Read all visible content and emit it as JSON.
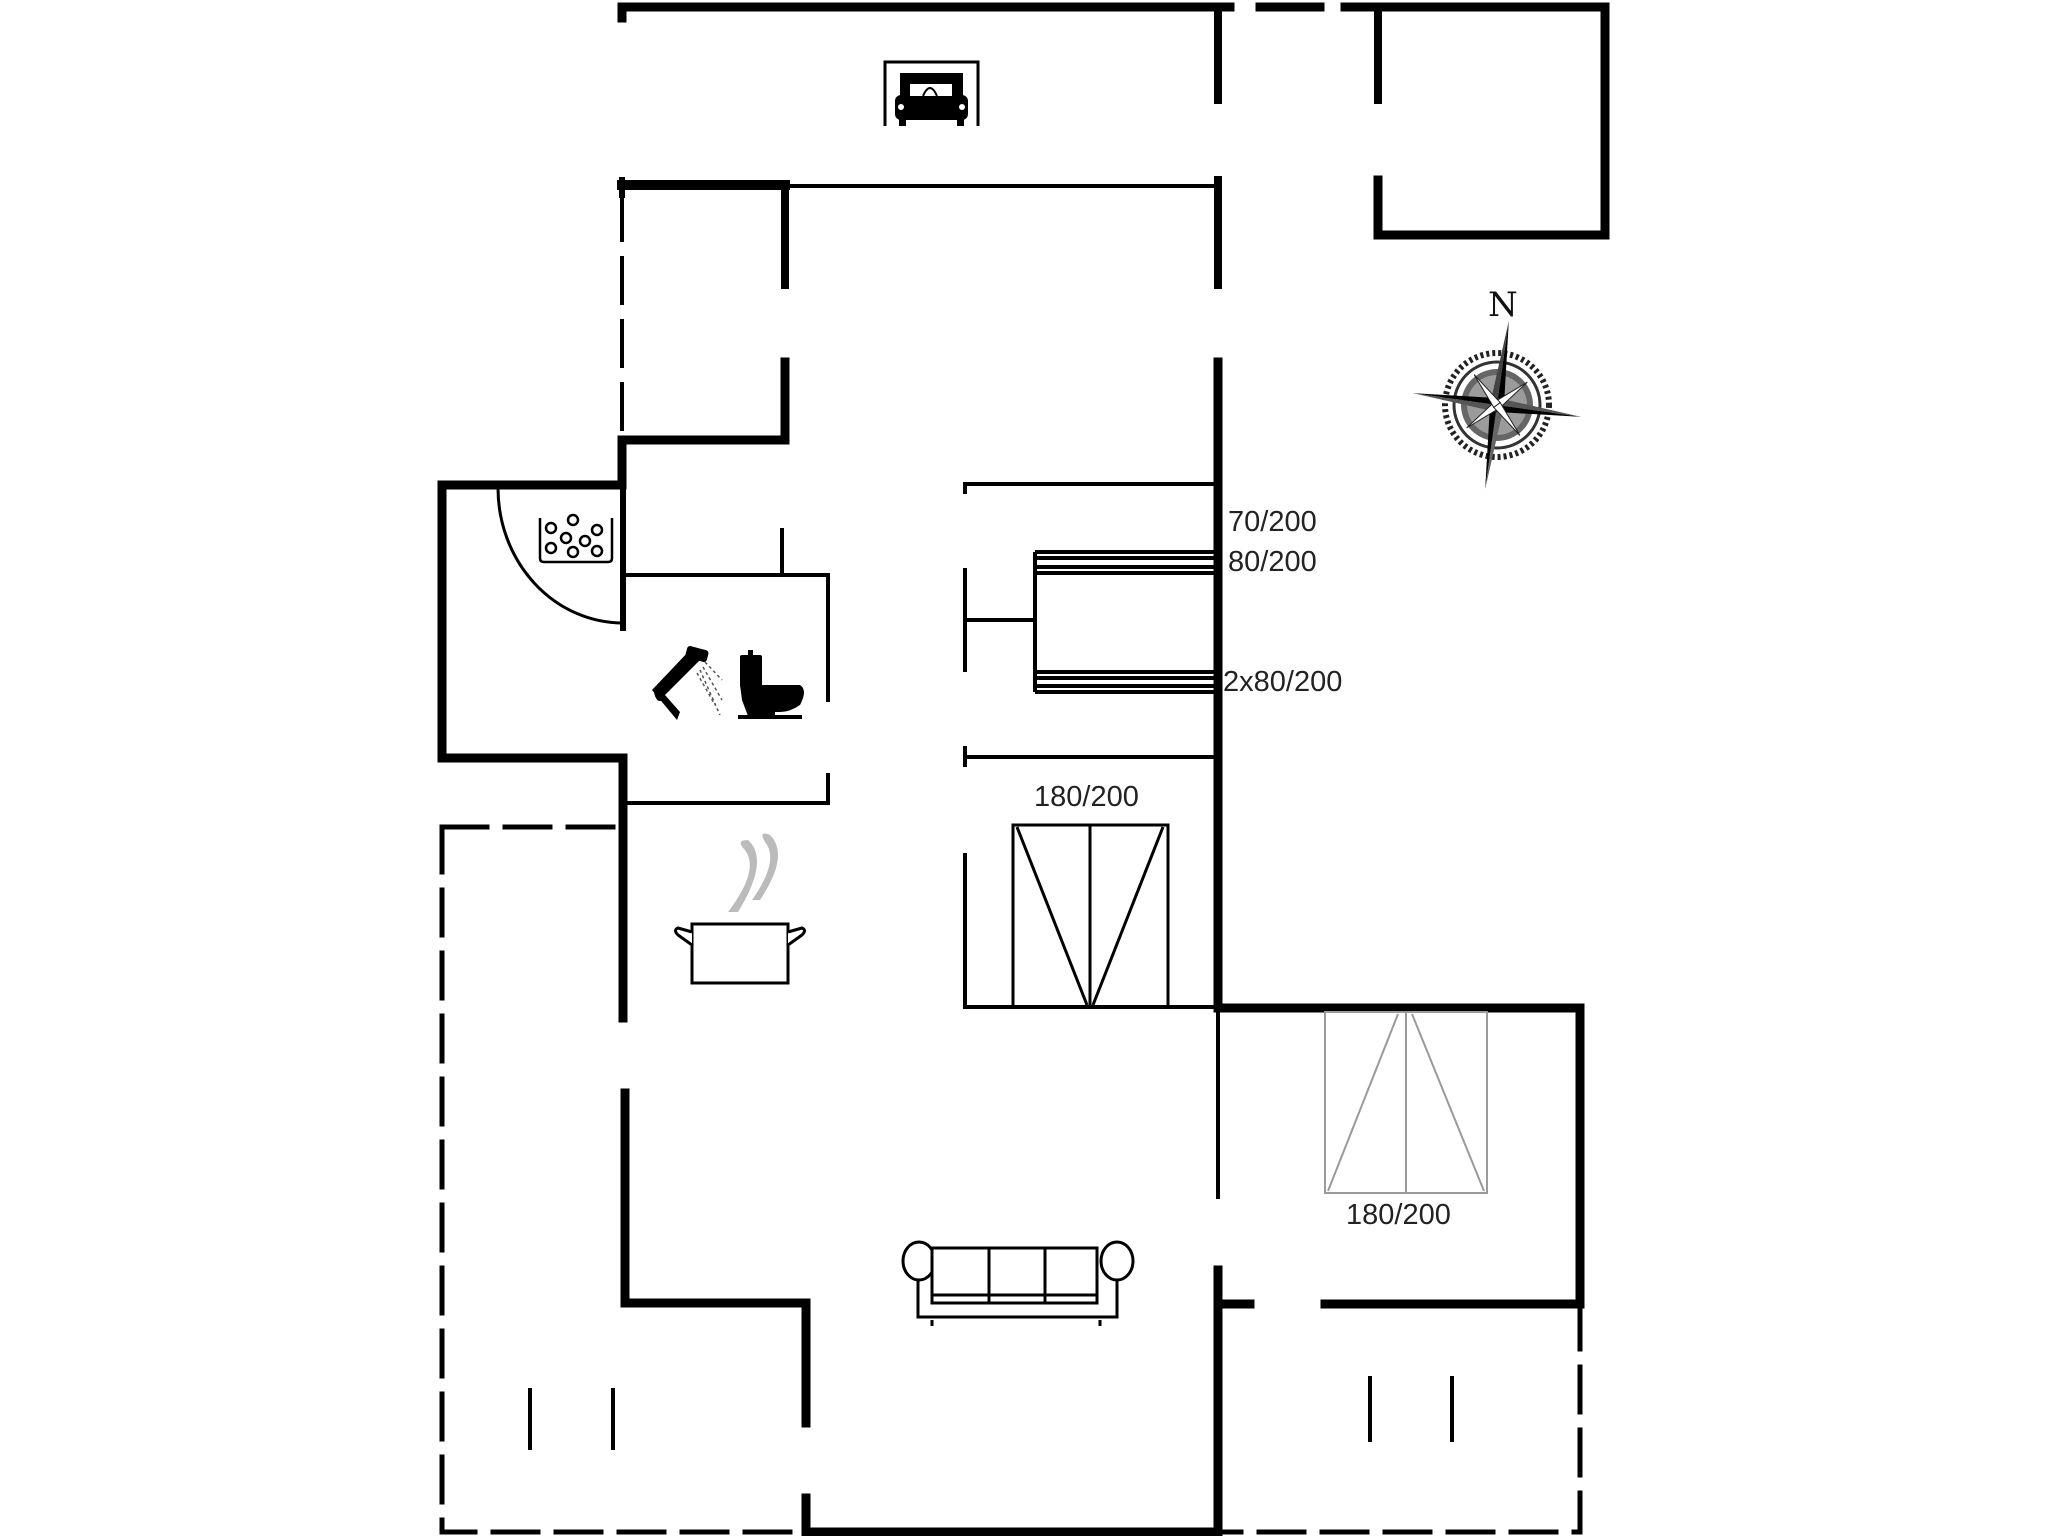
{
  "plan": {
    "background": "#ffffff",
    "wall_color": "#000000",
    "light_line_color": "#9a9a9a",
    "steam_color": "#b8b8b8"
  },
  "compass": {
    "north_label": "N",
    "icon": "compass-rose-icon"
  },
  "rooms": {
    "carport": {
      "icon": "car-icon"
    },
    "sauna": {
      "icon": "sauna-heater-icon"
    },
    "bathroom": {
      "icons": [
        "shower-icon",
        "toilet-icon"
      ]
    },
    "kitchen": {
      "icon": "cooking-pot-icon"
    },
    "living_room": {
      "icon": "sofa-icon"
    },
    "bunk_bedroom": {
      "beds": [
        {
          "label": "70/200"
        },
        {
          "label": "80/200"
        },
        {
          "label": "2x80/200"
        }
      ]
    },
    "bedroom_middle": {
      "bed_label": "180/200"
    },
    "bedroom_right": {
      "bed_label": "180/200"
    }
  }
}
